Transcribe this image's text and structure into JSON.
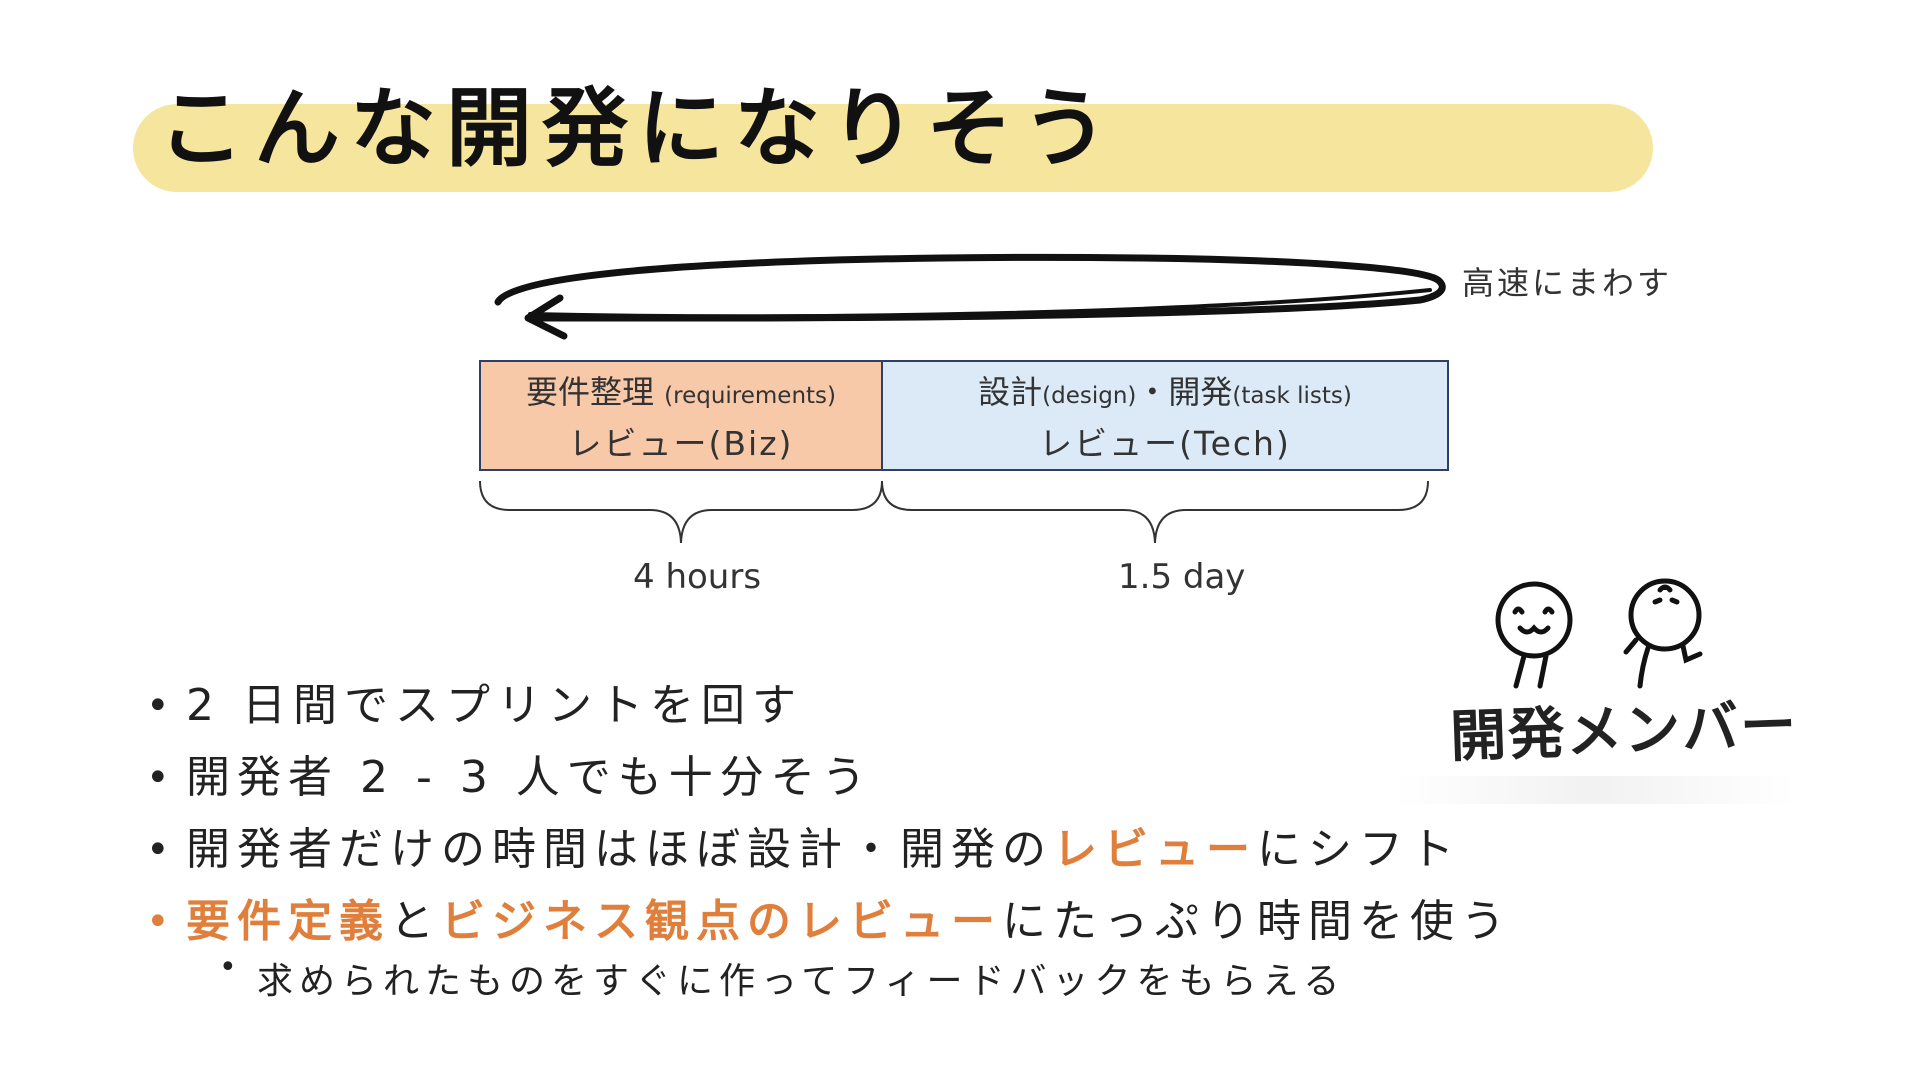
{
  "title": "こんな開発になりそう",
  "loop_label": "高速にまわす",
  "boxes": {
    "requirements": {
      "line1_main": "要件整理",
      "line1_sub": "(requirements)",
      "line2": "レビュー(Biz)"
    },
    "development": {
      "line1_a": "設計",
      "line1_a_sub": "(design)",
      "line1_sep": "・",
      "line1_b": "開発",
      "line1_b_sub": "(task lists)",
      "line2": "レビュー(Tech)"
    }
  },
  "durations": {
    "requirements": "4 hours",
    "development": "1.5 day"
  },
  "bullets": {
    "b1": "2 日間でスプリントを回す",
    "b2": "開発者 2 - 3 人でも十分そう",
    "b3": {
      "pre": "開発者だけの時間はほぼ設計・開発の",
      "hl": "レビュー",
      "post": "にシフト"
    },
    "b4": {
      "hl1": "要件定義",
      "mid": "と",
      "hl2": "ビジネス観点のレビュー",
      "post": "にたっぷり時間を使う"
    },
    "sub": "求められたものをすぐに作ってフィードバックをもらえる"
  },
  "members_label": "開発メンバー",
  "colors": {
    "highlight": "#e07f3c",
    "title_bar": "#f6e59c",
    "req_box": "#f8c9a8",
    "dev_box": "#dce9f7"
  }
}
